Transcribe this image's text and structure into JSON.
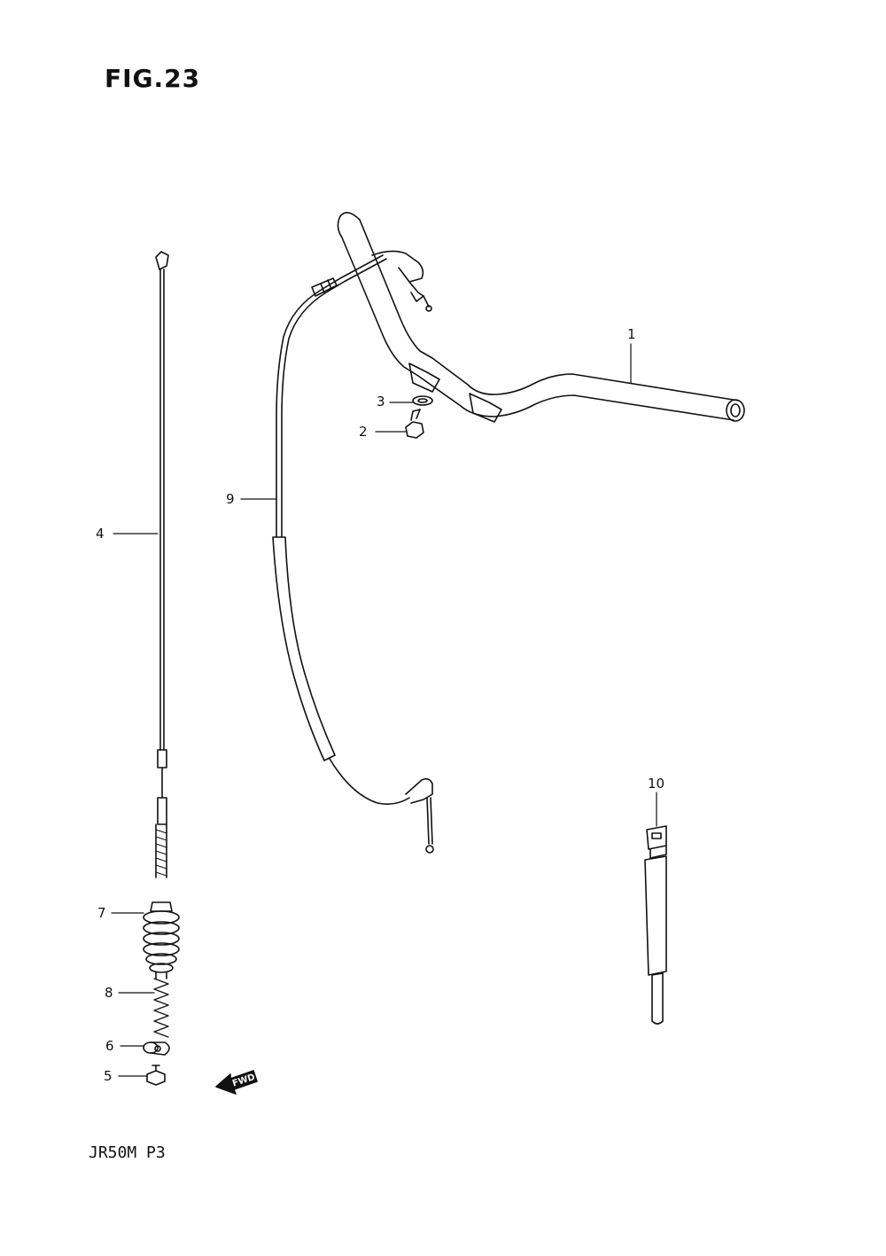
{
  "figure": {
    "title": "FIG.23",
    "model_code": "JR50M  P3"
  },
  "fwd_arrow": {
    "label": "FWD"
  },
  "callouts": [
    {
      "number": "1",
      "part": "handlebar"
    },
    {
      "number": "2",
      "part": "bolt"
    },
    {
      "number": "3",
      "part": "washer"
    },
    {
      "number": "4",
      "part": "front-brake-cable"
    },
    {
      "number": "5",
      "part": "adjuster-nut"
    },
    {
      "number": "6",
      "part": "cable-joint"
    },
    {
      "number": "7",
      "part": "rubber-boot"
    },
    {
      "number": "8",
      "part": "spring"
    },
    {
      "number": "9",
      "part": "rear-brake-cable"
    },
    {
      "number": "10",
      "part": "clamp-band"
    }
  ],
  "colors": {
    "ink": "#111111",
    "paper": "#ffffff"
  }
}
